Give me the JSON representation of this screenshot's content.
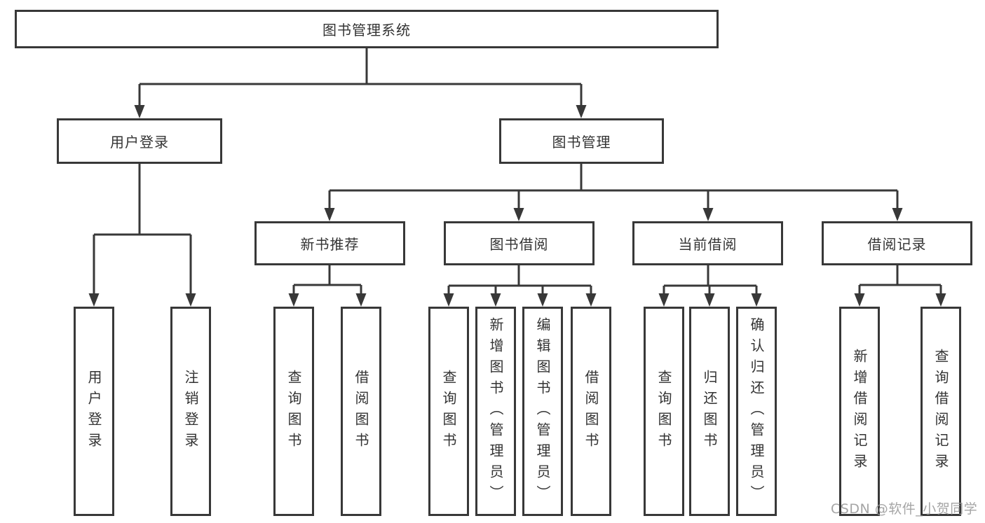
{
  "diagram": {
    "root": {
      "label": "图书管理系统"
    },
    "branches": [
      {
        "label": "用户登录",
        "children": [
          {
            "label": "用户登录"
          },
          {
            "label": "注销登录"
          }
        ]
      },
      {
        "label": "图书管理",
        "children": [
          {
            "label": "新书推荐",
            "children": [
              {
                "label": "查询图书"
              },
              {
                "label": "借阅图书"
              }
            ]
          },
          {
            "label": "图书借阅",
            "children": [
              {
                "label": "查询图书"
              },
              {
                "label": "新增图书（管理员）"
              },
              {
                "label": "编辑图书（管理员）"
              },
              {
                "label": "借阅图书"
              }
            ]
          },
          {
            "label": "当前借阅",
            "children": [
              {
                "label": "查询图书"
              },
              {
                "label": "归还图书"
              },
              {
                "label": "确认归还（管理员）"
              }
            ]
          },
          {
            "label": "借阅记录",
            "children": [
              {
                "label": "新增借阅记录"
              },
              {
                "label": "查询借阅记录"
              }
            ]
          }
        ]
      }
    ]
  },
  "watermark": {
    "text": "CSDN @软件_小贺同学"
  },
  "colors": {
    "background": "#ffffff",
    "line": "#383838",
    "box_border": "#383838",
    "box_fill": "#ffffff",
    "text": "#333333",
    "watermark": "#999999"
  }
}
